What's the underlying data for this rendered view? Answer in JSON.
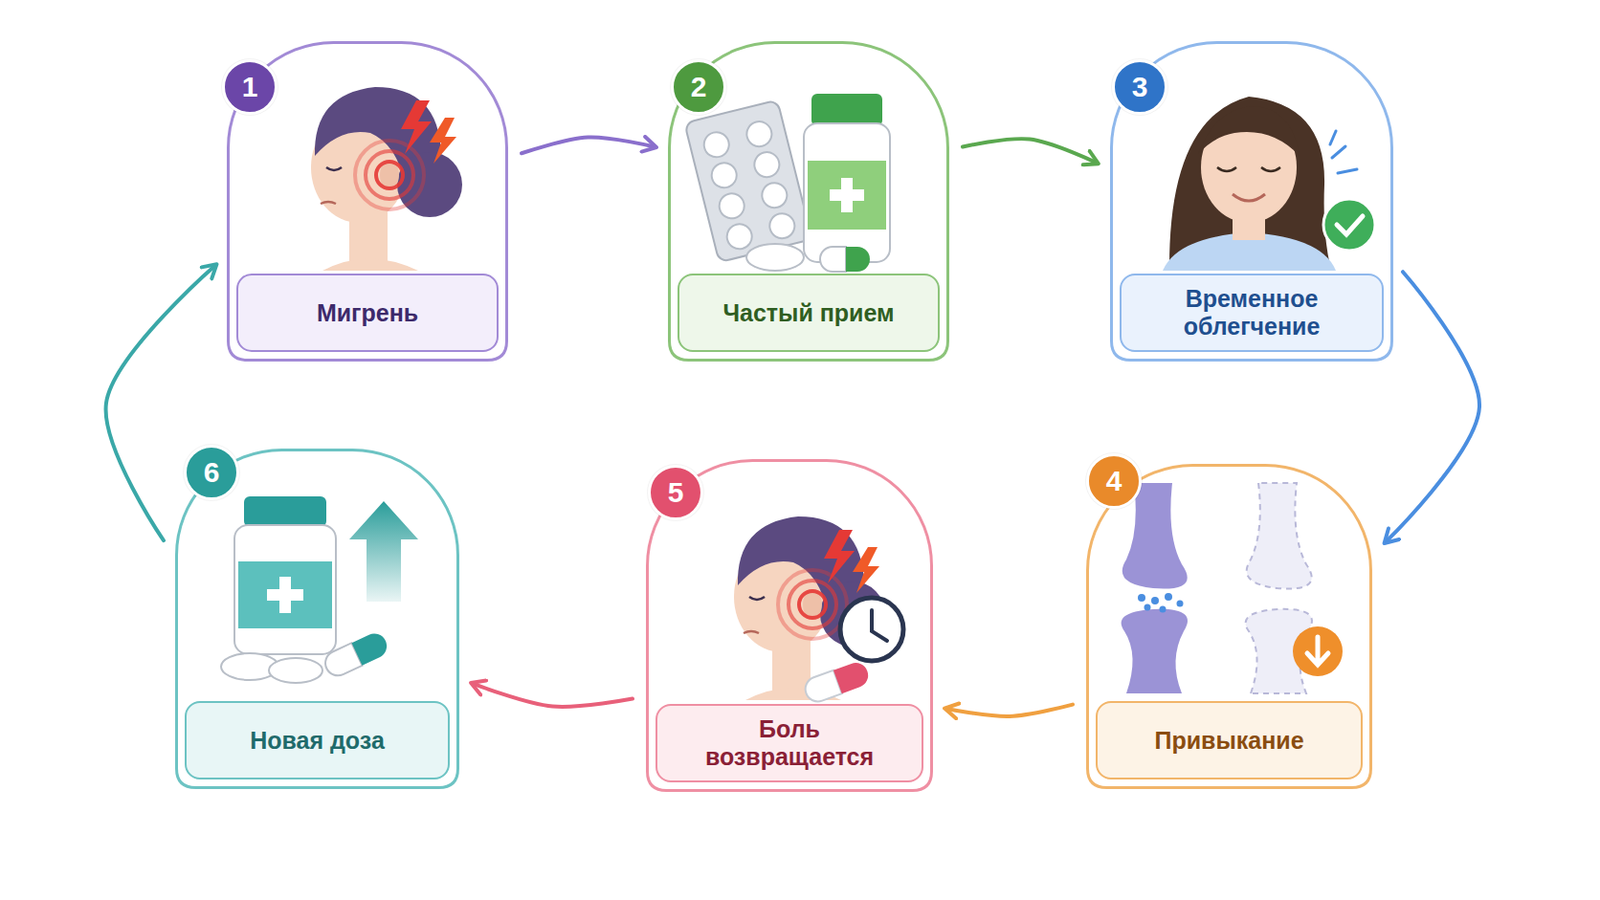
{
  "diagram": {
    "nodes": [
      {
        "text": [
          "Мигрень"
        ]
      },
      {
        "text": [
          "Частый прием"
        ]
      },
      {
        "text": [
          "Временное облегчение"
        ]
      },
      {
        "text": [
          "Привыкание"
        ]
      },
      {
        "text": [
          "Боль возвращается"
        ]
      },
      {
        "text": [
          "Новая доза"
        ]
      }
    ],
    "edges": [
      {
        "from": 0,
        "to": 1,
        "arrow": "to"
      },
      {
        "from": 1,
        "to": 2,
        "arrow": "to"
      },
      {
        "from": 2,
        "to": 3,
        "arrow": "to"
      },
      {
        "from": 3,
        "to": 4,
        "arrow": "to"
      },
      {
        "from": 4,
        "to": 5,
        "arrow": "to"
      },
      {
        "from": 5,
        "to": 0,
        "arrow": "to"
      }
    ],
    "labels": [
      "1",
      "2",
      "3",
      "4",
      "5",
      "6"
    ]
  }
}
